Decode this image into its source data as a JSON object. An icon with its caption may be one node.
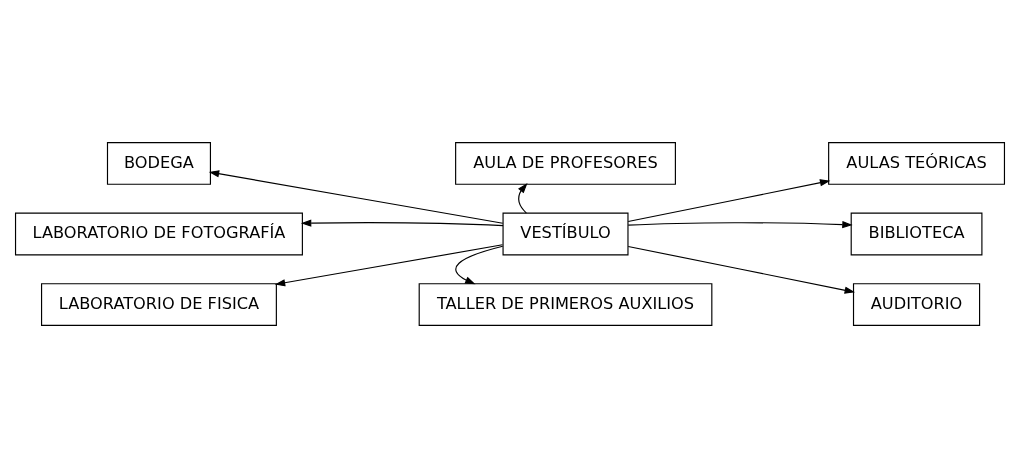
{
  "diagram": {
    "nodes": [
      {
        "text": [
          "AULA DE PROFESORES"
        ]
      },
      {
        "text": [
          "BODEGA"
        ]
      },
      {
        "text": [
          "AULAS TEÓRICAS"
        ]
      },
      {
        "text": [
          "LABORATORIO DE FOTOGRAFÍA"
        ]
      },
      {
        "text": [
          "VESTÍBULO"
        ]
      },
      {
        "text": [
          "BIBLIOTECA"
        ]
      },
      {
        "text": [
          "LABORATORIO DE FISICA"
        ]
      },
      {
        "text": [
          "AUDITORIO"
        ]
      },
      {
        "text": [
          "TALLER DE PRIMEROS AUXILIOS"
        ]
      }
    ],
    "edges": [
      {
        "from": 4,
        "to": 0,
        "arrow": "to"
      },
      {
        "from": 4,
        "to": 1,
        "arrow": "to"
      },
      {
        "from": 4,
        "to": 2,
        "arrow": "to"
      },
      {
        "from": 4,
        "to": 3,
        "arrow": "to"
      },
      {
        "from": 4,
        "to": 5,
        "arrow": "to"
      },
      {
        "from": 4,
        "to": 6,
        "arrow": "to"
      },
      {
        "from": 4,
        "to": 7,
        "arrow": "to"
      },
      {
        "from": 4,
        "to": 8,
        "arrow": "to"
      }
    ]
  }
}
